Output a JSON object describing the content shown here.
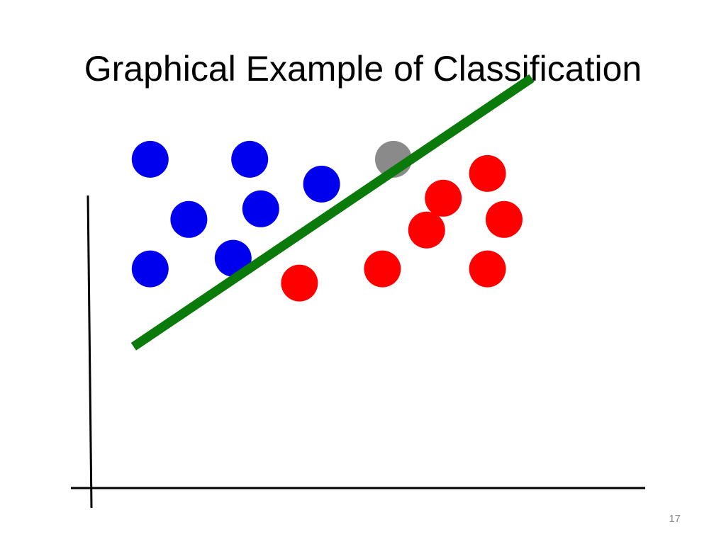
{
  "slide": {
    "title": "Graphical Example of Classification",
    "page_number": "17"
  },
  "colors": {
    "class_a": "#0000ee",
    "class_b": "#ff0000",
    "unknown": "#8a8a8a",
    "boundary": "#0a7a0a",
    "axis": "#000000"
  },
  "chart_data": {
    "type": "scatter",
    "title": "",
    "xlabel": "",
    "ylabel": "",
    "xlim": [
      0,
      10
    ],
    "ylim": [
      0,
      10
    ],
    "grid": false,
    "series": [
      {
        "color": "#0000ee",
        "points": [
          {
            "x": 1.1,
            "y": 9.3
          },
          {
            "x": 2.9,
            "y": 9.3
          },
          {
            "x": 4.2,
            "y": 8.6
          },
          {
            "x": 3.1,
            "y": 7.9
          },
          {
            "x": 1.8,
            "y": 7.6
          },
          {
            "x": 2.6,
            "y": 6.5
          },
          {
            "x": 1.1,
            "y": 6.2
          }
        ]
      },
      {
        "color": "#ff0000",
        "points": [
          {
            "x": 7.2,
            "y": 8.9
          },
          {
            "x": 6.4,
            "y": 8.2
          },
          {
            "x": 7.5,
            "y": 7.6
          },
          {
            "x": 6.1,
            "y": 7.3
          },
          {
            "x": 5.3,
            "y": 6.2
          },
          {
            "x": 7.2,
            "y": 6.2
          },
          {
            "x": 3.8,
            "y": 5.8
          }
        ]
      },
      {
        "color": "#8a8a8a",
        "points": [
          {
            "x": 5.5,
            "y": 9.3
          }
        ]
      }
    ],
    "decision_boundary": {
      "color": "#0a7a0a",
      "from": {
        "x": 0.8,
        "y": 4.0
      },
      "to": {
        "x": 8.0,
        "y": 11.6
      }
    }
  }
}
